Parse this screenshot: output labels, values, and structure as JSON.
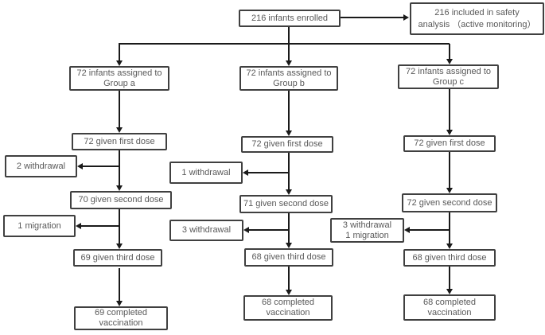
{
  "diagram": {
    "type": "flowchart",
    "subject": "infant vaccination trial enrollment flow",
    "colors": {
      "box_border": "#404040",
      "box_text": "#595959",
      "connector": "#1a1a1a",
      "background": "#ffffff"
    },
    "nodes": {
      "enrolled": {
        "lines": [
          "216 infants enrolled"
        ]
      },
      "safety_analysis": {
        "lines": [
          "216 included in safety",
          "analysis （active monitoring）"
        ]
      },
      "group_a": {
        "lines": [
          "72 infants assigned to",
          "Group a"
        ]
      },
      "group_b": {
        "lines": [
          "72 infants assigned to",
          "Group b"
        ]
      },
      "group_c": {
        "lines": [
          "72 infants assigned to",
          "Group c"
        ]
      },
      "first_dose_a": {
        "lines": [
          "72 given first dose"
        ]
      },
      "first_dose_b": {
        "lines": [
          "72 given first dose"
        ]
      },
      "first_dose_c": {
        "lines": [
          "72 given first dose"
        ]
      },
      "withdrawal_a1": {
        "lines": [
          "2 withdrawal"
        ]
      },
      "withdrawal_b1": {
        "lines": [
          "1 withdrawal"
        ]
      },
      "second_dose_a": {
        "lines": [
          "70 given second dose"
        ]
      },
      "second_dose_b": {
        "lines": [
          "71 given second dose"
        ]
      },
      "second_dose_c": {
        "lines": [
          "72 given second dose"
        ]
      },
      "migration_a": {
        "lines": [
          "1 migration"
        ]
      },
      "withdrawal_b2": {
        "lines": [
          "3 withdrawal"
        ]
      },
      "withdrawal_migration_c": {
        "lines": [
          "3 withdrawal",
          "1 migration"
        ]
      },
      "third_dose_a": {
        "lines": [
          "69 given third dose"
        ]
      },
      "third_dose_b": {
        "lines": [
          "68 given third dose"
        ]
      },
      "third_dose_c": {
        "lines": [
          "68 given third dose"
        ]
      },
      "completed_a": {
        "lines": [
          "69 completed",
          "vaccination"
        ]
      },
      "completed_b": {
        "lines": [
          "68 completed",
          "vaccination"
        ]
      },
      "completed_c": {
        "lines": [
          "68 completed",
          "vaccination"
        ]
      }
    }
  }
}
